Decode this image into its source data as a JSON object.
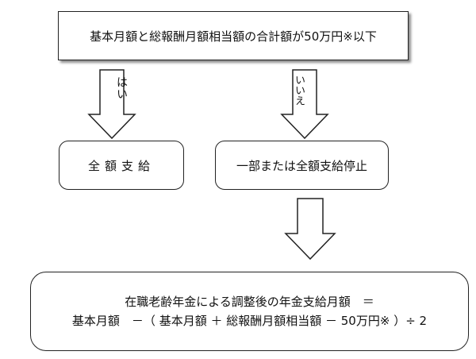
{
  "top": {
    "condition": "基本月額と総報酬月額相当額の合計額が50万円※以下"
  },
  "branches": {
    "yes": {
      "label": "はい",
      "result": "全額支給"
    },
    "no": {
      "label": "いいえ",
      "result": "一部または全額支給停止"
    }
  },
  "result": {
    "line1": "在職老齢年金による調整後の年金支給月額　＝",
    "line2": "基本月額　－（ 基本月額 ＋ 総報酬月額相当額 － 50万円※ ）÷ 2"
  }
}
